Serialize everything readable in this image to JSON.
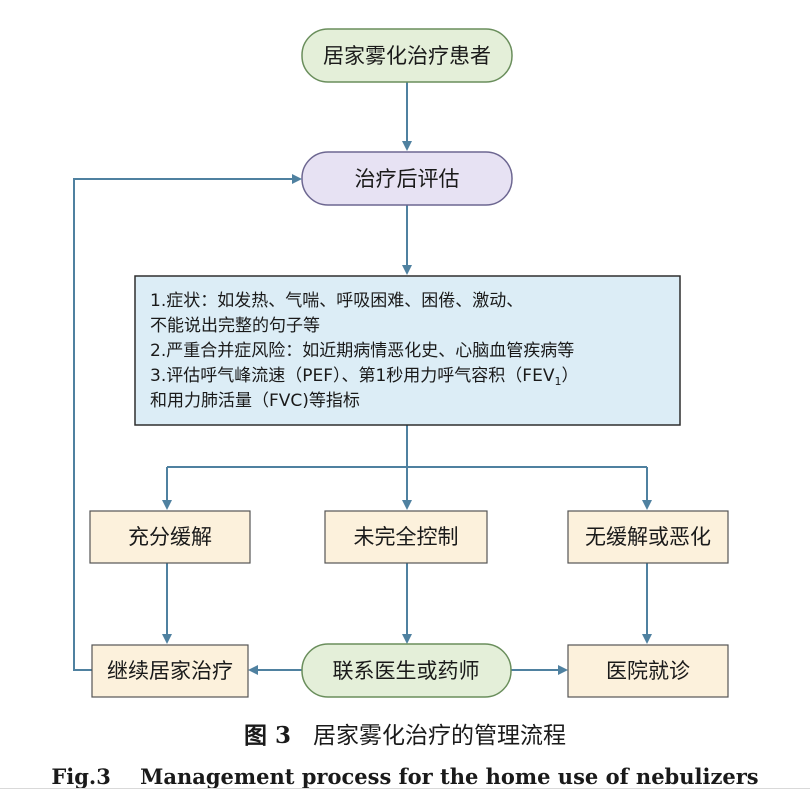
{
  "colors": {
    "arrow": "#4f81a0",
    "stroke": "#3f6e8c",
    "rounded_green_fill": "#e4efd9",
    "rounded_green_stroke": "#6a8e5c",
    "rounded_purple_fill": "#e7e2f3",
    "rounded_purple_stroke": "#6d6791",
    "criteria_fill": "#dcedf6",
    "criteria_stroke": "#2e2e2e",
    "cream_fill": "#fcf1dc",
    "cream_stroke": "#555555"
  },
  "nodes": {
    "start": "居家雾化治疗患者",
    "assess": "治疗后评估",
    "outcome_relieved": "充分缓解",
    "outcome_partial": "未完全控制",
    "outcome_worse": "无缓解或恶化",
    "continue_home": "继续居家治疗",
    "contact": "联系医生或药师",
    "hospital": "医院就诊"
  },
  "criteria": {
    "line1": "1.症状：如发热、气喘、呼吸困难、困倦、激动、",
    "line2": "不能说出完整的句子等",
    "line3": "2.严重合并症风险：如近期病情恶化史、心脑血管疾病等",
    "line4_a": "3.评估呼气峰流速（PEF）、第1秒用力呼气容积（FEV",
    "line4_sub": "1",
    "line4_b": "）",
    "line5": "和用力肺活量（FVC)等指标"
  },
  "caption": {
    "cn_label": "图 3",
    "cn_title": "居家雾化治疗的管理流程",
    "en": "Fig.3    Management process for the home use of nebulizers"
  }
}
